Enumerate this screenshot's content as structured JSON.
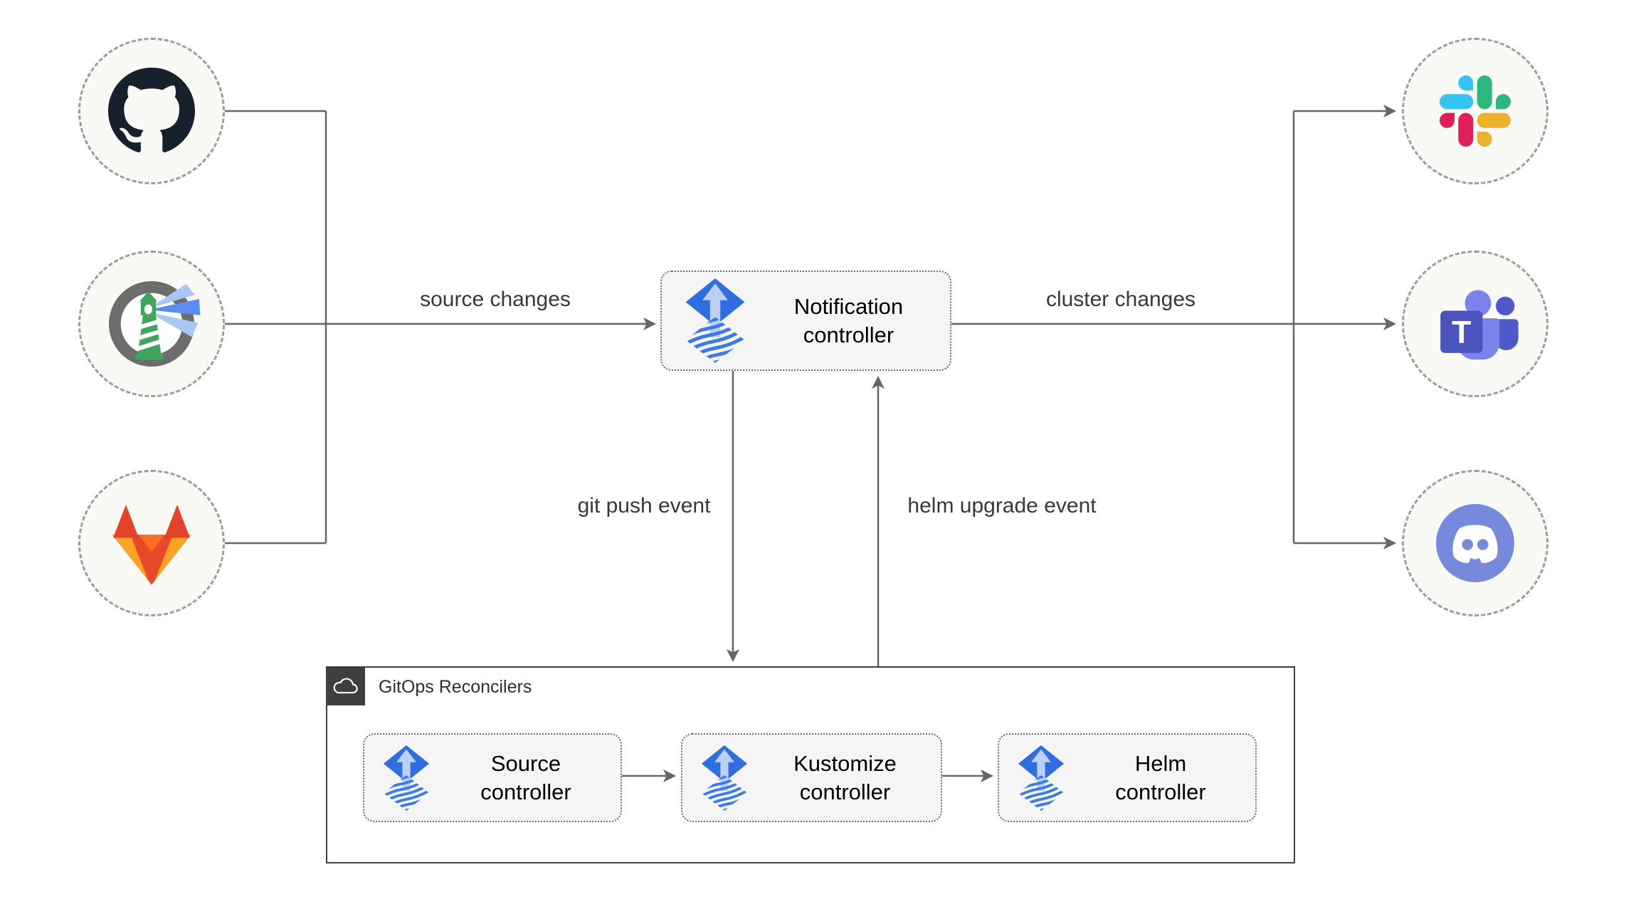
{
  "edges": {
    "source_changes": "source changes",
    "cluster_changes": "cluster changes",
    "git_push_event": "git push event",
    "helm_upgrade_event": "helm upgrade event"
  },
  "boxes": {
    "notification": {
      "label": "Notification controller",
      "icon": "flux-icon"
    },
    "source": {
      "label": "Source controller",
      "icon": "flux-icon"
    },
    "kustomize": {
      "label": "Kustomize controller",
      "icon": "flux-icon"
    },
    "helm": {
      "label": "Helm controller",
      "icon": "flux-icon"
    }
  },
  "container": {
    "label": "GitOps Reconcilers",
    "icon": "cloud-icon"
  },
  "source_nodes": [
    {
      "icon": "github-icon"
    },
    {
      "icon": "harbor-icon"
    },
    {
      "icon": "gitlab-icon"
    }
  ],
  "target_nodes": [
    {
      "icon": "slack-icon"
    },
    {
      "icon": "teams-icon"
    },
    {
      "icon": "discord-icon"
    }
  ],
  "teams_letter": "T",
  "colors": {
    "flux_blue": "#2f6de0",
    "flux_wave_blue": "#3b7be8",
    "flux_arrow_light": "#bcd0f5",
    "edge_gray": "#666666",
    "node_border": "#9d9d9d",
    "box_fill": "#f5f5f5",
    "gitops_border": "#3f3f3f",
    "github_dark": "#17212e",
    "harbor_green": "#3fa45c",
    "gitlab_red": "#e24329",
    "gitlab_orange": "#fc6d26",
    "gitlab_yellow": "#fca326",
    "slack_blue": "#36c5f0",
    "slack_green": "#2eb67d",
    "slack_red": "#e01e5a",
    "slack_yellow": "#ecb22e",
    "teams_purple": "#4b53bc",
    "teams_light_purple": "#7b83eb",
    "discord_blurple": "#7789da"
  }
}
